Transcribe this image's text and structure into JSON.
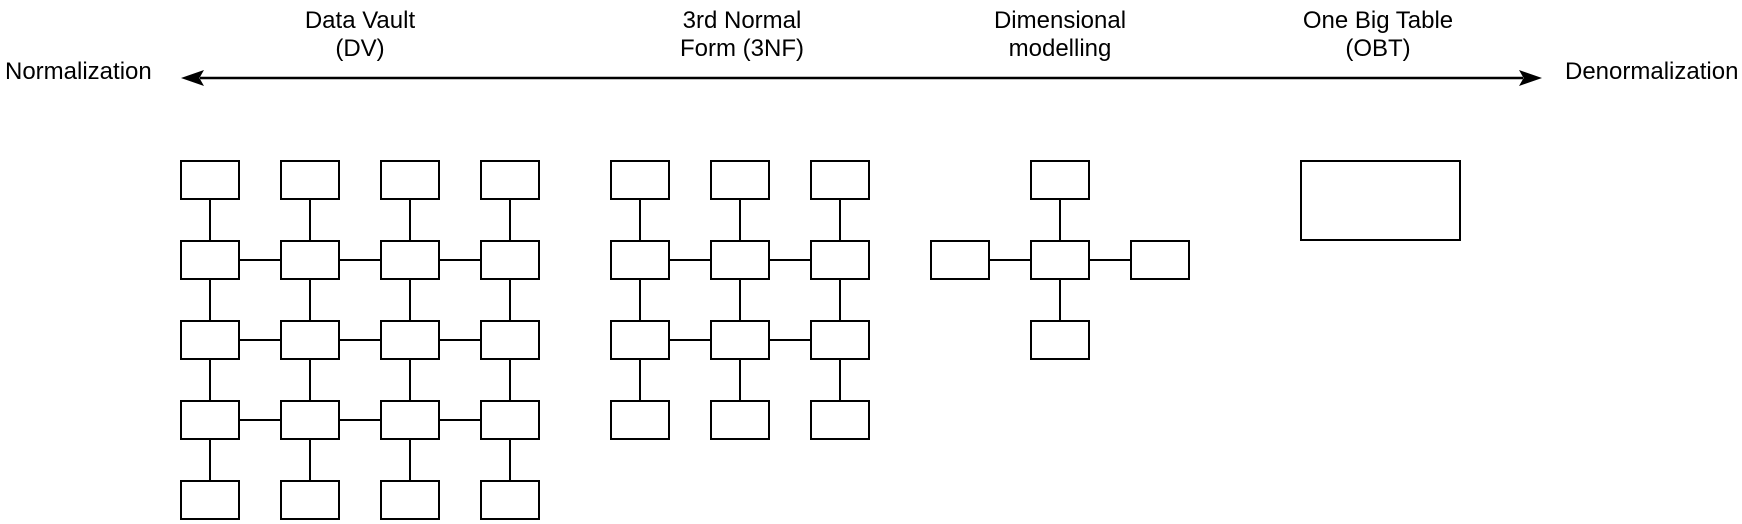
{
  "axis": {
    "left_label": "Normalization",
    "right_label": "Denormalization",
    "arrow_style": "double-headed-horizontal"
  },
  "groups": [
    {
      "name": "Data Vault (DV)",
      "label_line1": "Data Vault",
      "label_line2": "(DV)",
      "diagram": {
        "type": "grid",
        "rows": 5,
        "cols": 4,
        "box_count": 20,
        "h_connected_row_indexes": [
          1,
          2,
          3
        ]
      }
    },
    {
      "name": "3rd Normal Form (3NF)",
      "label_line1": "3rd Normal",
      "label_line2": "Form (3NF)",
      "diagram": {
        "type": "grid",
        "rows": 4,
        "cols": 3,
        "box_count": 12,
        "h_connected_row_indexes": [
          1,
          2
        ]
      }
    },
    {
      "name": "Dimensional modelling",
      "label_line1": "Dimensional",
      "label_line2": "modelling",
      "diagram": {
        "type": "star",
        "satellites": 4,
        "box_count": 5
      }
    },
    {
      "name": "One Big Table (OBT)",
      "label_line1": "One Big Table",
      "label_line2": "(OBT)",
      "diagram": {
        "type": "single",
        "box_count": 1
      }
    }
  ],
  "colors": {
    "background": "#ffffff",
    "line": "#000000",
    "box_fill": "#ffffff",
    "text": "#000000"
  }
}
